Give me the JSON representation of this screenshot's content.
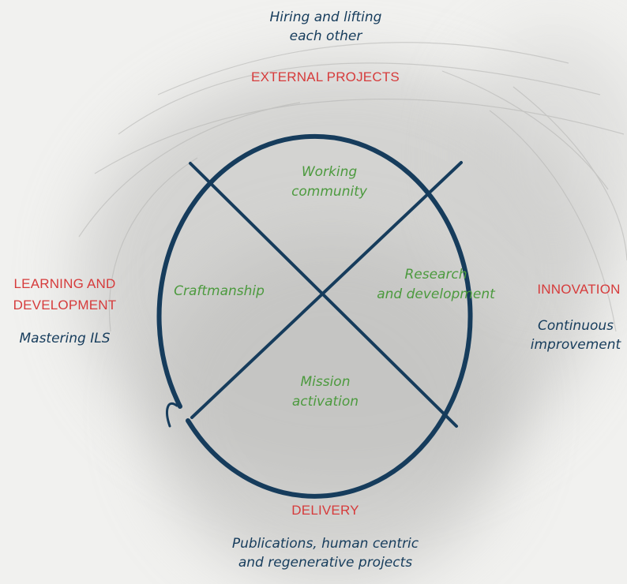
{
  "quadrants": {
    "top": "Working\ncommunity",
    "left": "Craftmanship",
    "right": "Research\nand development",
    "bottom": "Mission\nactivation"
  },
  "external": {
    "subtitle": "Hiring and lifting\neach other",
    "title": "EXTERNAL PROJECTS"
  },
  "learning": {
    "title": "LEARNING AND\nDEVELOPMENT",
    "subtitle": "Mastering ILS"
  },
  "innovation": {
    "title": "INNOVATION",
    "subtitle": "Continuous\nimprovement"
  },
  "delivery": {
    "title": "DELIVERY",
    "subtitle": "Publications, human centric\nand regenerative projects"
  },
  "colors": {
    "background": "#f1f1ef",
    "circle": "#163c5c",
    "heading": "#d63b3b",
    "quadrant_text": "#4c9a3e",
    "subtitle_text": "#163c5c"
  }
}
